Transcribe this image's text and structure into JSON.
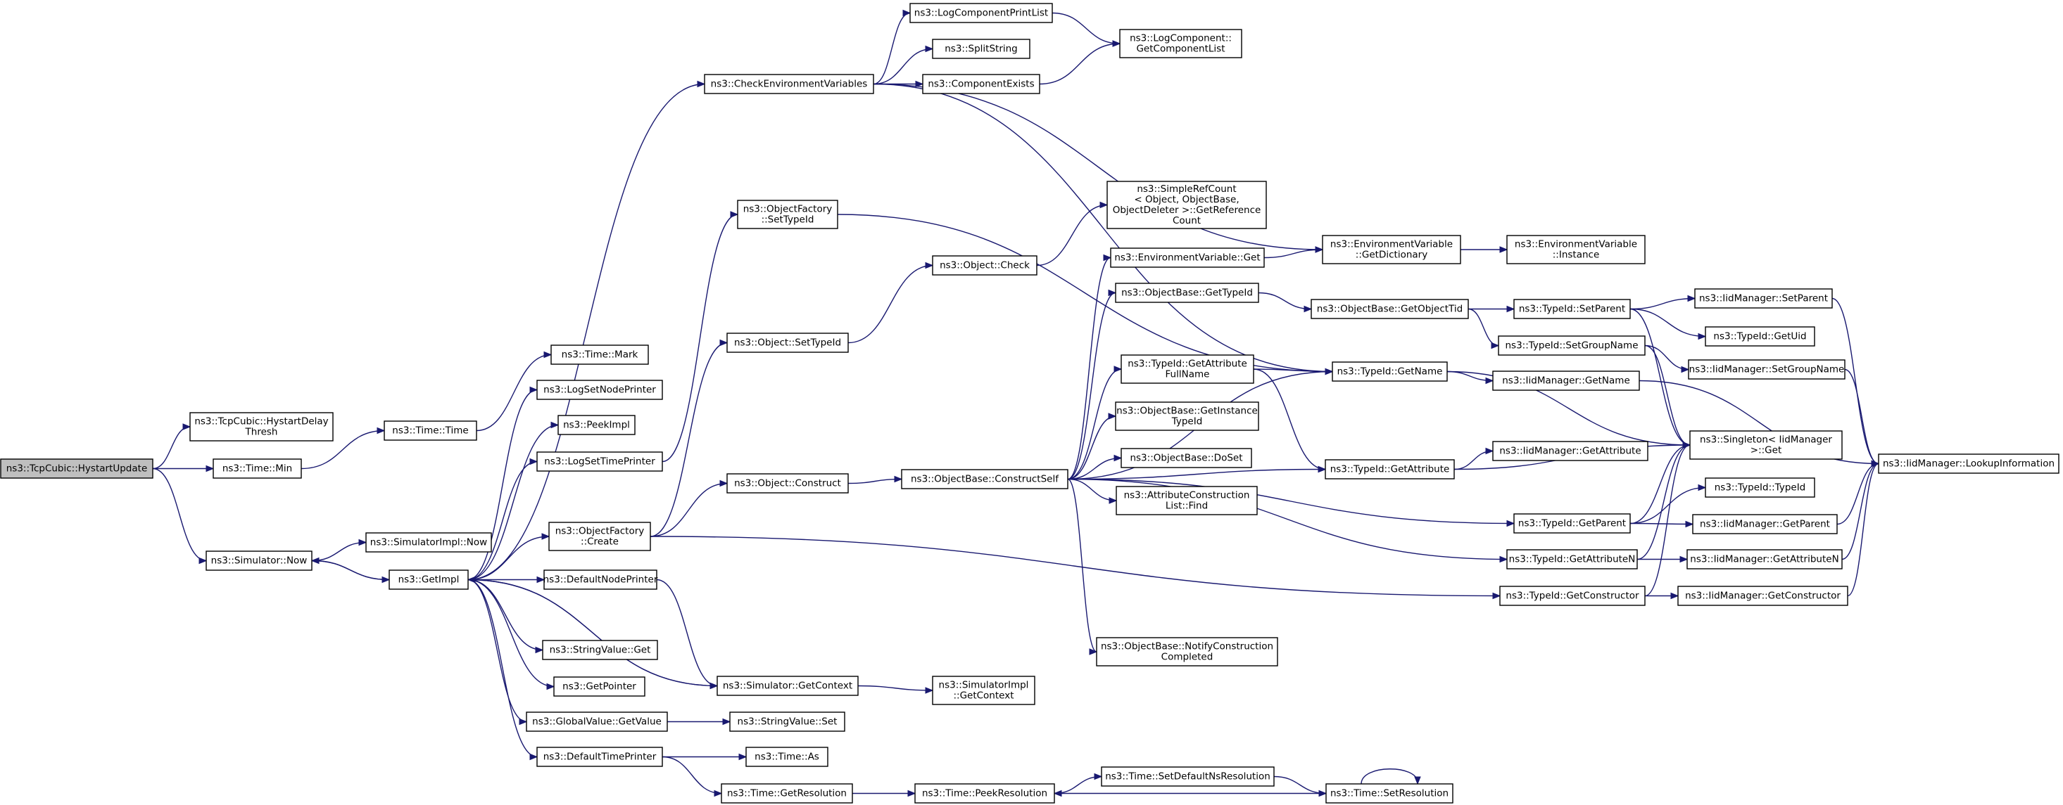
{
  "colors": {
    "node_fill": "#ffffff",
    "root_fill": "#bfbfbf",
    "node_stroke": "#000000",
    "edge": "#191970",
    "background": "#ffffff"
  },
  "nodes": [
    {
      "id": "n_hystart",
      "lines": [
        "ns3::TcpCubic::HystartUpdate"
      ],
      "root": true
    },
    {
      "id": "n_hystartdelay",
      "lines": [
        "ns3::TcpCubic::HystartDelay",
        "Thresh"
      ]
    },
    {
      "id": "n_timemin",
      "lines": [
        "ns3::Time::Min"
      ]
    },
    {
      "id": "n_simnow",
      "lines": [
        "ns3::Simulator::Now"
      ]
    },
    {
      "id": "n_timetime",
      "lines": [
        "ns3::Time::Time"
      ]
    },
    {
      "id": "n_simimplnow",
      "lines": [
        "ns3::SimulatorImpl::Now"
      ]
    },
    {
      "id": "n_getimpl",
      "lines": [
        "ns3::GetImpl"
      ]
    },
    {
      "id": "n_timemark",
      "lines": [
        "ns3::Time::Mark"
      ]
    },
    {
      "id": "n_logsetnode",
      "lines": [
        "ns3::LogSetNodePrinter"
      ]
    },
    {
      "id": "n_peekimpl",
      "lines": [
        "ns3::PeekImpl"
      ]
    },
    {
      "id": "n_logsettime",
      "lines": [
        "ns3::LogSetTimePrinter"
      ]
    },
    {
      "id": "n_ofcreate",
      "lines": [
        "ns3::ObjectFactory",
        "::Create"
      ]
    },
    {
      "id": "n_defnode",
      "lines": [
        "ns3::DefaultNodePrinter"
      ]
    },
    {
      "id": "n_strget",
      "lines": [
        "ns3::StringValue::Get"
      ]
    },
    {
      "id": "n_getpointer",
      "lines": [
        "ns3::GetPointer"
      ]
    },
    {
      "id": "n_globalget",
      "lines": [
        "ns3::GlobalValue::GetValue"
      ]
    },
    {
      "id": "n_deftime",
      "lines": [
        "ns3::DefaultTimePrinter"
      ]
    },
    {
      "id": "n_checkenv",
      "lines": [
        "ns3::CheckEnvironmentVariables"
      ]
    },
    {
      "id": "n_ofsettype",
      "lines": [
        "ns3::ObjectFactory",
        "::SetTypeId"
      ]
    },
    {
      "id": "n_objsettype",
      "lines": [
        "ns3::Object::SetTypeId"
      ]
    },
    {
      "id": "n_objconstruct",
      "lines": [
        "ns3::Object::Construct"
      ]
    },
    {
      "id": "n_simgetctx",
      "lines": [
        "ns3::Simulator::GetContext"
      ]
    },
    {
      "id": "n_strset",
      "lines": [
        "ns3::StringValue::Set"
      ]
    },
    {
      "id": "n_timeas",
      "lines": [
        "ns3::Time::As"
      ]
    },
    {
      "id": "n_timegetres",
      "lines": [
        "ns3::Time::GetResolution"
      ]
    },
    {
      "id": "n_logprintlist",
      "lines": [
        "ns3::LogComponentPrintList"
      ]
    },
    {
      "id": "n_splitstring",
      "lines": [
        "ns3::SplitString"
      ]
    },
    {
      "id": "n_compexists",
      "lines": [
        "ns3::ComponentExists"
      ]
    },
    {
      "id": "n_objcheck",
      "lines": [
        "ns3::Object::Check"
      ]
    },
    {
      "id": "n_constructself",
      "lines": [
        "ns3::ObjectBase::ConstructSelf"
      ]
    },
    {
      "id": "n_simimplctx",
      "lines": [
        "ns3::SimulatorImpl",
        "::GetContext"
      ]
    },
    {
      "id": "n_peekres",
      "lines": [
        "ns3::Time::PeekResolution"
      ]
    },
    {
      "id": "n_logcomplist",
      "lines": [
        "ns3::LogComponent::",
        "GetComponentList"
      ]
    },
    {
      "id": "n_simplerefcount",
      "lines": [
        "ns3::SimpleRefCount",
        "< Object, ObjectBase,",
        " ObjectDeleter >::GetReference",
        "Count"
      ]
    },
    {
      "id": "n_envget",
      "lines": [
        "ns3::EnvironmentVariable::Get"
      ]
    },
    {
      "id": "n_obgettypeid",
      "lines": [
        "ns3::ObjectBase::GetTypeId"
      ]
    },
    {
      "id": "n_tidgetattrfull",
      "lines": [
        "ns3::TypeId::GetAttribute",
        "FullName"
      ]
    },
    {
      "id": "n_obgetinst",
      "lines": [
        "ns3::ObjectBase::GetInstance",
        "TypeId"
      ]
    },
    {
      "id": "n_obdoset",
      "lines": [
        "ns3::ObjectBase::DoSet"
      ]
    },
    {
      "id": "n_attrfind",
      "lines": [
        "ns3::AttributeConstruction",
        "List::Find"
      ]
    },
    {
      "id": "n_notify",
      "lines": [
        "ns3::ObjectBase::NotifyConstruction",
        "Completed"
      ]
    },
    {
      "id": "n_setdefres",
      "lines": [
        "ns3::Time::SetDefaultNsResolution"
      ]
    },
    {
      "id": "n_envdict",
      "lines": [
        "ns3::EnvironmentVariable",
        "::GetDictionary"
      ]
    },
    {
      "id": "n_obgetobjtid",
      "lines": [
        "ns3::ObjectBase::GetObjectTid"
      ]
    },
    {
      "id": "n_tidgetname",
      "lines": [
        "ns3::TypeId::GetName"
      ]
    },
    {
      "id": "n_tidgetattr",
      "lines": [
        "ns3::TypeId::GetAttribute"
      ]
    },
    {
      "id": "n_setres",
      "lines": [
        "ns3::Time::SetResolution"
      ]
    },
    {
      "id": "n_envinst",
      "lines": [
        "ns3::EnvironmentVariable",
        "::Instance"
      ]
    },
    {
      "id": "n_tidsetparent",
      "lines": [
        "ns3::TypeId::SetParent"
      ]
    },
    {
      "id": "n_tidsetgroup",
      "lines": [
        "ns3::TypeId::SetGroupName"
      ]
    },
    {
      "id": "n_tidgetparent",
      "lines": [
        "ns3::TypeId::GetParent"
      ]
    },
    {
      "id": "n_tidgetattrn",
      "lines": [
        "ns3::TypeId::GetAttributeN"
      ]
    },
    {
      "id": "n_tidgetctor",
      "lines": [
        "ns3::TypeId::GetConstructor"
      ]
    },
    {
      "id": "n_iidgetname",
      "lines": [
        "ns3::IidManager::GetName"
      ]
    },
    {
      "id": "n_iidgetattr",
      "lines": [
        "ns3::IidManager::GetAttribute"
      ]
    },
    {
      "id": "n_iidsetparent",
      "lines": [
        "ns3::IidManager::SetParent"
      ]
    },
    {
      "id": "n_tidgetuid",
      "lines": [
        "ns3::TypeId::GetUid"
      ]
    },
    {
      "id": "n_iidsetgroup",
      "lines": [
        "ns3::IidManager::SetGroupName"
      ]
    },
    {
      "id": "n_singleton",
      "lines": [
        "ns3::Singleton< IidManager",
        " >::Get"
      ]
    },
    {
      "id": "n_tidtypeid",
      "lines": [
        "ns3::TypeId::TypeId"
      ]
    },
    {
      "id": "n_iidgetparent",
      "lines": [
        "ns3::IidManager::GetParent"
      ]
    },
    {
      "id": "n_iidgetattrn",
      "lines": [
        "ns3::IidManager::GetAttributeN"
      ]
    },
    {
      "id": "n_iidgetctor",
      "lines": [
        "ns3::IidManager::GetConstructor"
      ]
    },
    {
      "id": "n_lookup",
      "lines": [
        "ns3::IidManager::LookupInformation"
      ]
    }
  ]
}
